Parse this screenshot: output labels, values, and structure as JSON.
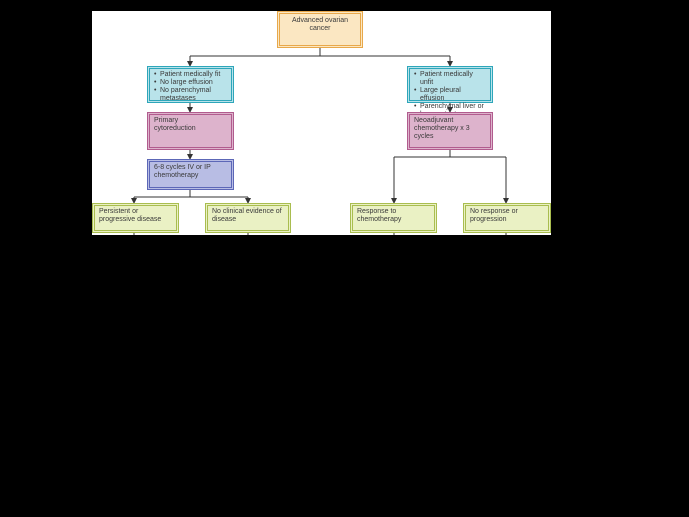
{
  "nodes": {
    "root": "Advanced ovarian cancer",
    "fit_criteria": [
      "Patient medically fit",
      "No large effusion",
      "No parenchymal metastases"
    ],
    "unfit_criteria": [
      "Patient medically unfit",
      "Large pleural effusion",
      "Parenchymal liver or lung metastases"
    ],
    "primary_cytoreduction": "Primary cytoreduction",
    "neoadjuvant": "Neoadjuvant chemotherapy x 3 cycles",
    "chemo_cycles": "6-8 cycles IV or IP chemotherapy",
    "persistent": "Persistent or progressive disease",
    "no_evidence": "No clinical evidence of disease",
    "response": "Response to chemotherapy",
    "no_response": "No response or progression"
  },
  "colors": {
    "peach": "#fbe7c2",
    "cyan": "#b9e3ea",
    "pink": "#ddb3cc",
    "lavender": "#b8bde4",
    "lime": "#eaf1c4",
    "connector": "#333333"
  }
}
